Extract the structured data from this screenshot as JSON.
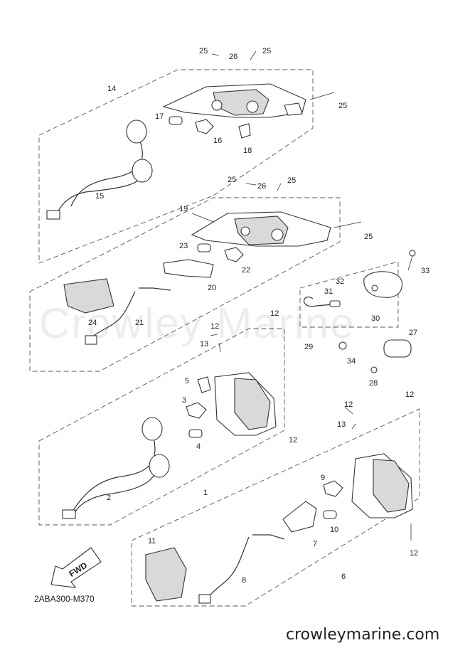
{
  "watermark": "Crowley Marine",
  "diagram_code": "2ABA300-M370",
  "footer_site": "crowleymarine.com",
  "fwd_arrow_label": "FWD",
  "callouts": [
    "25",
    "26",
    "25",
    "14",
    "17",
    "16",
    "18",
    "25",
    "15",
    "25",
    "26",
    "25",
    "19",
    "25",
    "23",
    "22",
    "20",
    "33",
    "32",
    "31",
    "30",
    "24",
    "21",
    "12",
    "29",
    "34",
    "27",
    "12",
    "13",
    "28",
    "5",
    "3",
    "4",
    "12",
    "12",
    "13",
    "1",
    "2",
    "9",
    "10",
    "7",
    "11",
    "12",
    "8",
    "6",
    "12"
  ]
}
